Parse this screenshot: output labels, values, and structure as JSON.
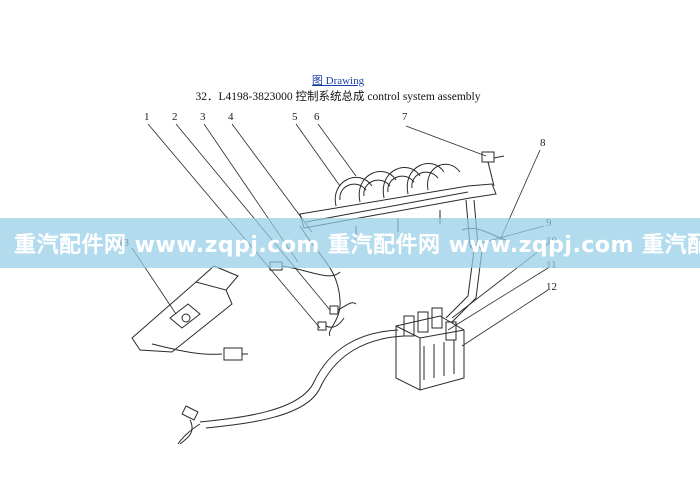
{
  "header": {
    "link_text": "图 Drawing",
    "title": "32．L4198-3823000  控制系统总成  control system assembly"
  },
  "callouts": [
    "1",
    "2",
    "3",
    "4",
    "5",
    "6",
    "7",
    "8",
    "9",
    "10",
    "11",
    "12",
    "13"
  ],
  "watermark": {
    "text": "重汽配件网  www.zqpj.com  重汽配件网  www.zqpj.com  重汽配件网"
  },
  "colors": {
    "watermark_band": "#96cde8",
    "link": "#1a3fa8",
    "line_art": "#2a2a2a"
  }
}
